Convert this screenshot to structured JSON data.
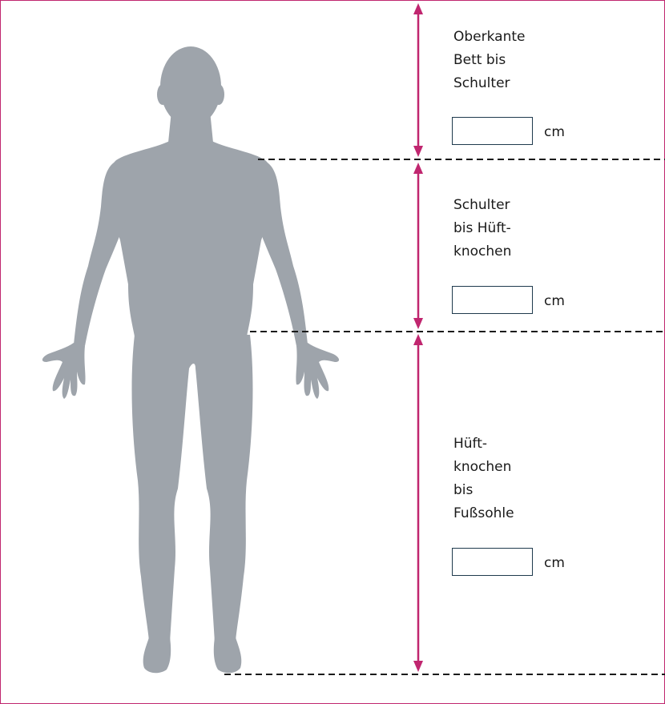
{
  "colors": {
    "accent": "#c0266f",
    "silhouette": "#9ea4ab",
    "text": "#1a1a1a",
    "field_border": "#1f3a4d"
  },
  "figure": {
    "icon": "human-body-silhouette-icon"
  },
  "sections": [
    {
      "label_lines": [
        "Oberkante",
        "Bett bis",
        "Schulter"
      ],
      "value": "",
      "unit": "cm"
    },
    {
      "label_lines": [
        "Schulter",
        "bis Hüft-",
        "knochen"
      ],
      "value": "",
      "unit": "cm"
    },
    {
      "label_lines": [
        "Hüft-",
        "knochen",
        "bis",
        "Fußsohle"
      ],
      "value": "",
      "unit": "cm"
    }
  ]
}
